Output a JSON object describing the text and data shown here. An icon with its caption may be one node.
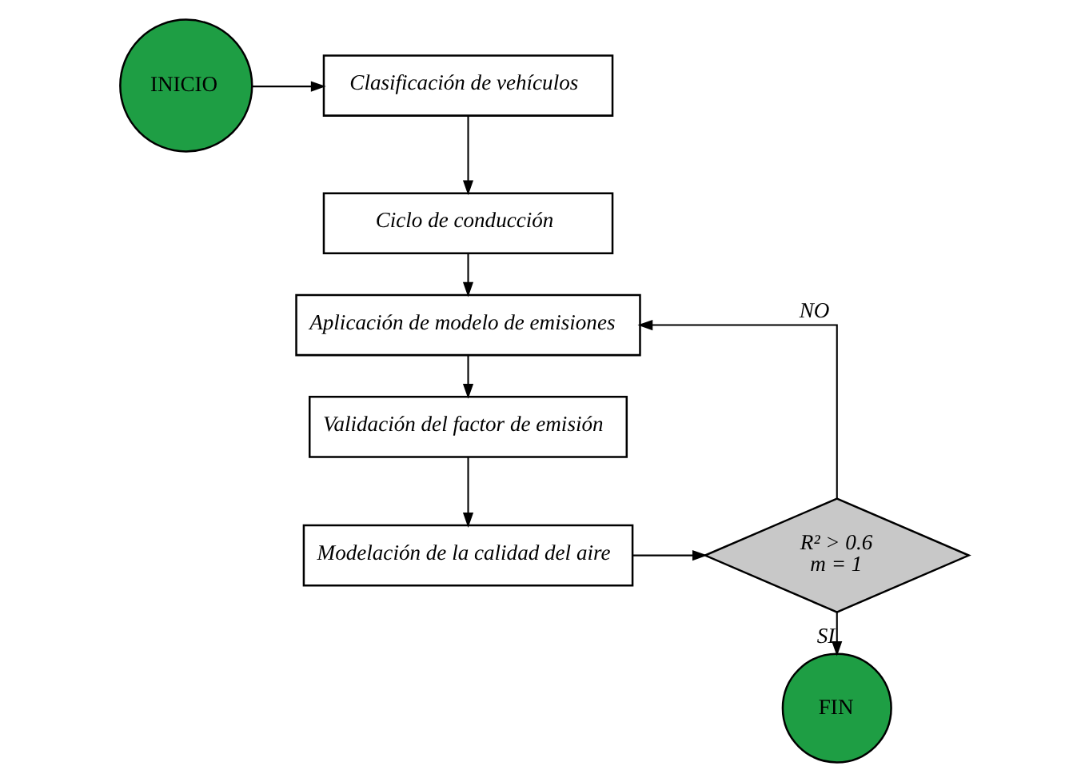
{
  "diagram": {
    "nodes": [
      {
        "text": [
          "INICIO"
        ]
      },
      {
        "text": [
          "Clasificación de vehículos"
        ]
      },
      {
        "text": [
          "Ciclo de conducción"
        ]
      },
      {
        "text": [
          "Aplicación de modelo de emisiones"
        ]
      },
      {
        "text": [
          "Validación del factor de emisión"
        ]
      },
      {
        "text": [
          "Modelación de la calidad del aire"
        ]
      },
      {
        "text": [
          "R² > 0.6",
          "m = 1"
        ]
      },
      {
        "text": [
          "FIN"
        ]
      }
    ],
    "edges": [
      {
        "from": 0,
        "to": 1,
        "arrow": "to"
      },
      {
        "from": 1,
        "to": 2,
        "arrow": "to"
      },
      {
        "from": 2,
        "to": 3,
        "arrow": "to"
      },
      {
        "from": 3,
        "to": 4,
        "arrow": "to"
      },
      {
        "from": 4,
        "to": 5,
        "arrow": "to"
      },
      {
        "from": 5,
        "to": 6,
        "arrow": "to"
      },
      {
        "from": 6,
        "to": 7,
        "arrow": "to",
        "label": "SI"
      },
      {
        "from": 6,
        "to": 3,
        "arrow": "to",
        "label": "NO"
      }
    ]
  }
}
